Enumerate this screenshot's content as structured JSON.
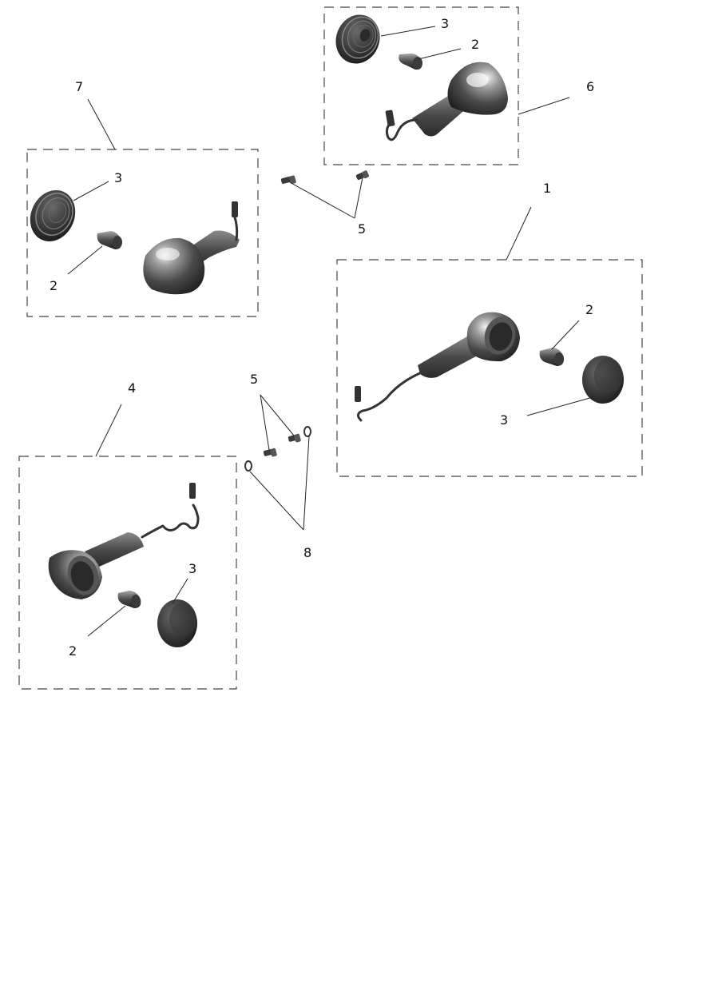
{
  "callouts": {
    "box_1": "1",
    "box_4": "4",
    "box_6": "6",
    "box_7": "7",
    "bulb_top": "2",
    "lens_top": "3",
    "screws_upper": "5",
    "bulb_left": "2",
    "lens_left": "3",
    "bulb_right": "2",
    "lens_right": "3",
    "screws_lower": "5",
    "orings": "8",
    "bulb_bottom": "2",
    "lens_bottom": "3"
  },
  "colors": {
    "part_dark": "#2c2c2c",
    "part_mid": "#5a5a5a",
    "part_light": "#d8d8d8",
    "line": "#222222"
  }
}
